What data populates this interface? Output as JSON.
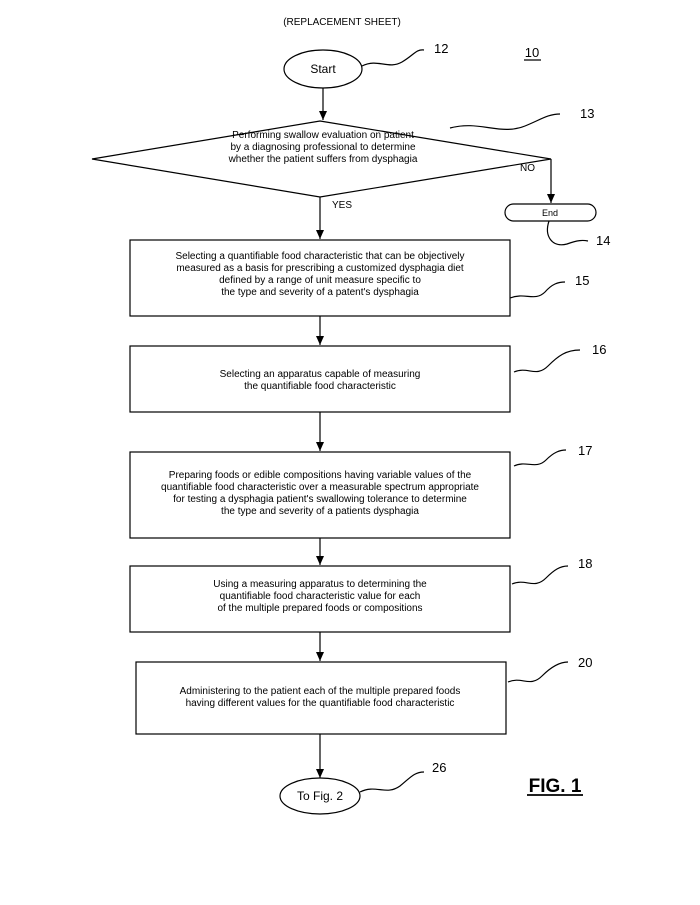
{
  "header": "(REPLACEMENT SHEET)",
  "figure_ref": "10",
  "figure_label": "FIG. 1",
  "start": {
    "label": "Start",
    "ref": "12"
  },
  "decision": {
    "ref": "13",
    "lines": [
      "Performing swallow evaluation on patient",
      "by a diagnosing professional to determine",
      "whether the patient suffers from dysphagia"
    ],
    "no_label": "NO",
    "yes_label": "YES"
  },
  "end": {
    "label": "End",
    "ref": "14"
  },
  "steps": [
    {
      "ref": "15",
      "lines": [
        "Selecting a quantifiable food characteristic that can be objectively",
        "measured as a basis for prescribing a customized dysphagia diet",
        "defined by a range of unit measure specific to",
        "the type and severity of a patent's dysphagia"
      ]
    },
    {
      "ref": "16",
      "lines": [
        "Selecting an apparatus capable of measuring",
        "the quantifiable food characteristic"
      ]
    },
    {
      "ref": "17",
      "lines": [
        "Preparing foods or edible compositions having variable values of the",
        "quantifiable food characteristic over a measurable spectrum appropriate",
        "for testing a dysphagia patient's swallowing tolerance to determine",
        "the type and severity of a patients dysphagia"
      ]
    },
    {
      "ref": "18",
      "lines": [
        "Using a measuring apparatus to determining the",
        "quantifiable food characteristic value for each",
        "of the multiple prepared foods or compositions"
      ]
    },
    {
      "ref": "20",
      "lines": [
        "Administering to the patient each of the multiple prepared foods",
        "having different values for the quantifiable food characteristic"
      ]
    }
  ],
  "connector": {
    "label": "To Fig. 2",
    "ref": "26"
  }
}
